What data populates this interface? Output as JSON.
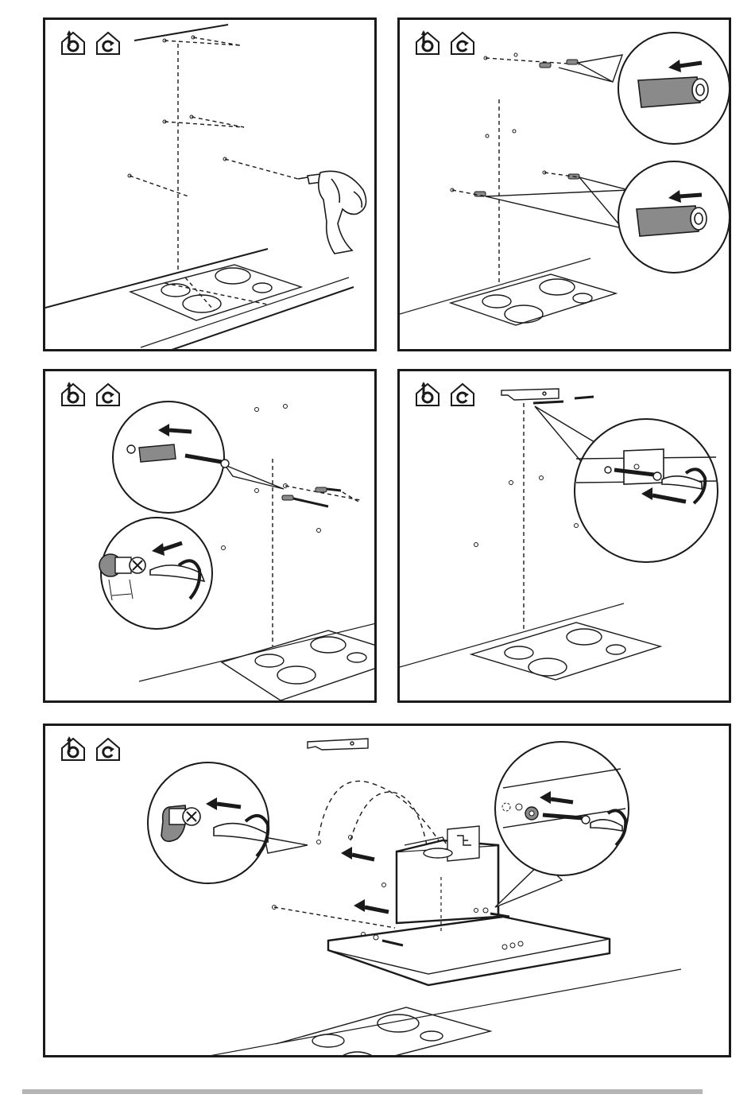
{
  "panels": [
    {
      "id": "step-1-drill-holes",
      "icons": [
        "duct-out-icon",
        "recirculate-icon"
      ]
    },
    {
      "id": "step-2-insert-plugs",
      "icons": [
        "duct-out-icon",
        "recirculate-icon"
      ]
    },
    {
      "id": "step-3-screws-and-plugs",
      "icons": [
        "duct-out-icon",
        "recirculate-icon"
      ]
    },
    {
      "id": "step-4-bracket-mounting",
      "icons": [
        "duct-out-icon",
        "recirculate-icon"
      ]
    },
    {
      "id": "step-5-hang-hood",
      "icons": [
        "duct-out-icon",
        "recirculate-icon"
      ]
    }
  ],
  "colors": {
    "line": "#1a1a1a",
    "fill_gray": "#8a8a8a",
    "footer_bar": "#b5b5b5"
  }
}
